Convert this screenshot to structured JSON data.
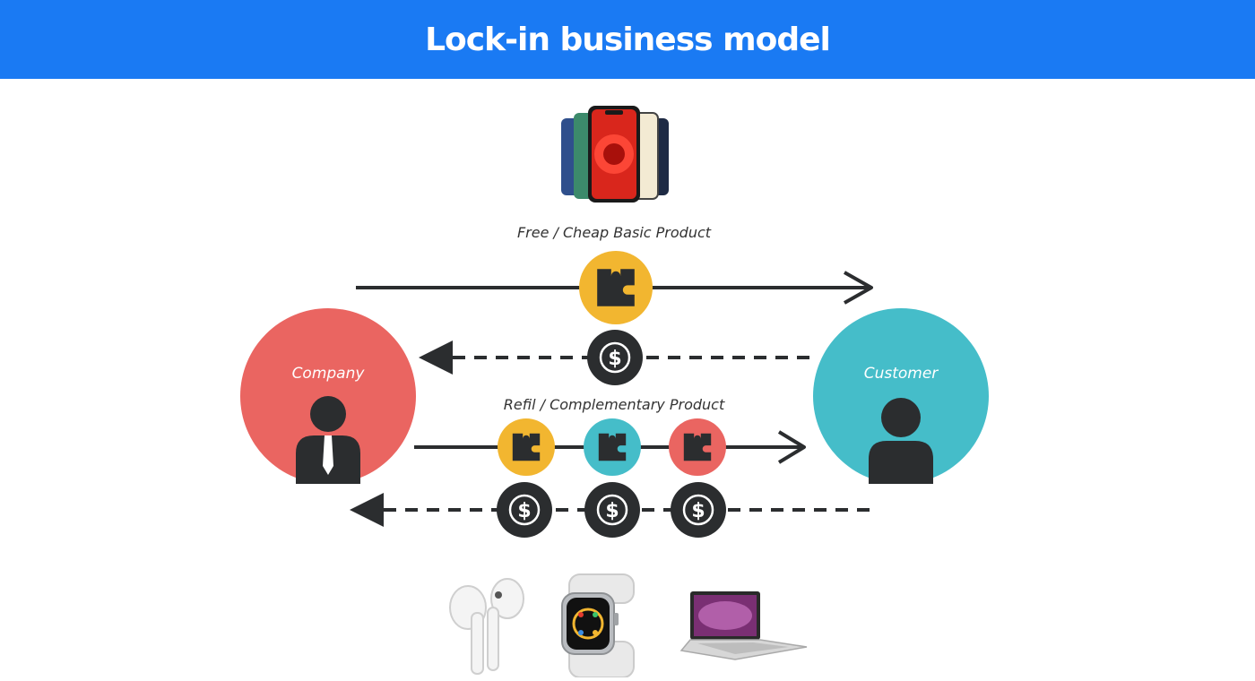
{
  "header": {
    "title": "Lock-in business model"
  },
  "diagram": {
    "basic_product_label": "Free / Cheap Basic Product",
    "complementary_label": "Refil / Complementary Product",
    "company": {
      "label": "Company",
      "color": "#ea6561"
    },
    "customer": {
      "label": "Customer",
      "color": "#45bdc9"
    },
    "currency_symbol": "$",
    "colors": {
      "header": "#1a7af3",
      "yellow": "#f2b630",
      "teal": "#45bdc9",
      "red": "#ea6561",
      "dark": "#2b2d2f"
    },
    "complementary_pieces": [
      "yellow",
      "teal",
      "red"
    ],
    "products": {
      "basic": "phone-stack",
      "complementary": [
        "earbuds",
        "smartwatch",
        "laptop"
      ]
    }
  }
}
